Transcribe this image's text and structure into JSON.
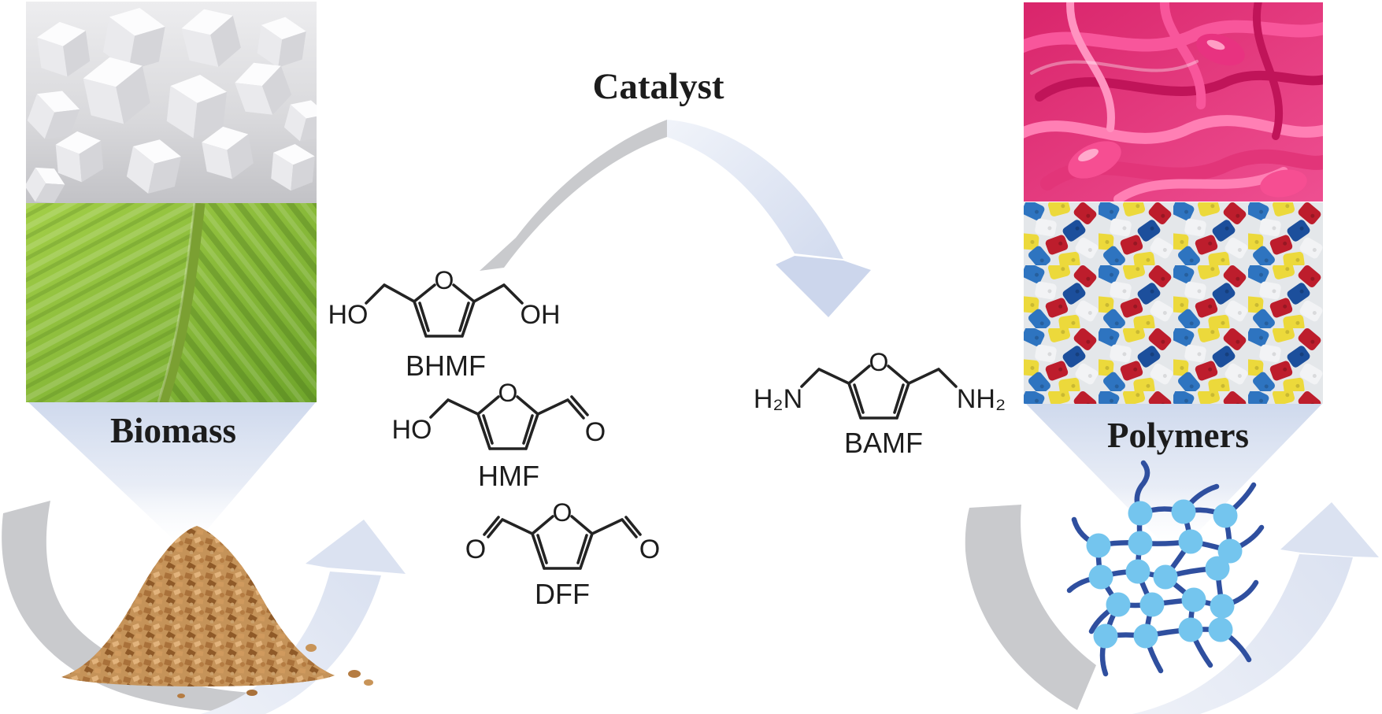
{
  "figure": {
    "labels": {
      "catalyst": "Catalyst",
      "biomass": "Biomass",
      "polymers": "Polymers"
    },
    "molecules": {
      "bhmf": {
        "name": "BHMF",
        "ring_atom": "O",
        "left_group": "HO",
        "right_group": "OH"
      },
      "hmf": {
        "name": "HMF",
        "ring_atom": "O",
        "left_group": "HO",
        "right_group": "O"
      },
      "dff": {
        "name": "DFF",
        "ring_atom": "O",
        "left_group": "O",
        "right_group": "O"
      },
      "bamf": {
        "name": "BAMF",
        "ring_atom": "O",
        "left_group": "H₂N",
        "right_group": "NH₂"
      }
    },
    "images": {
      "sugar_cubes": "white sugar cubes photo",
      "green_leaf": "green leaf close-up photo",
      "biomass_pile": "pile of brown biomass granules",
      "pink_cutlery": "pink plastic cutlery photo",
      "plastic_pellets": "multicolor plastic pellets photo",
      "polymer_network": "crosslinked polymer network drawing"
    },
    "colors": {
      "arrow_blue": "#dce3f3",
      "arrow_gray": "#c9cacd",
      "funnel_blue": "#d2dbee",
      "network_line": "#2f4f9f",
      "network_node": "#74c5ee",
      "text": "#1c1c1c"
    }
  }
}
